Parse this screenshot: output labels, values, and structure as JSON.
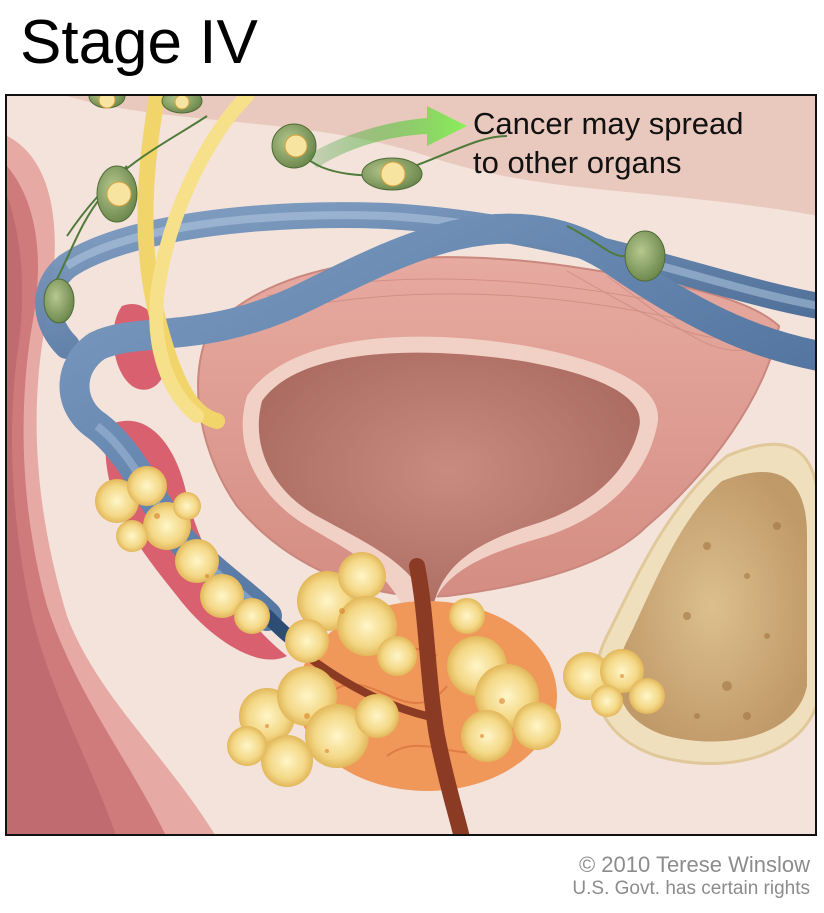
{
  "title": "Stage IV",
  "callout": {
    "line1": "Cancer may spread",
    "line2": "to other organs"
  },
  "credit": {
    "line1": "© 2010 Terese Winslow",
    "line2": "U.S. Govt. has certain rights"
  },
  "colors": {
    "tissue": "#e9b6a8",
    "bladder_wall": "#d98f84",
    "bladder_interior": "#c37e74",
    "vein": "#5b7fa6",
    "nerve": "#f2d56a",
    "lymph_node": "#8fa56a",
    "tumor": "#f5dc92",
    "arrow": "#7fd94a",
    "bone": "#e8d3a4",
    "prostate": "#f29a52"
  },
  "icons": [
    "spread-arrow-icon"
  ]
}
